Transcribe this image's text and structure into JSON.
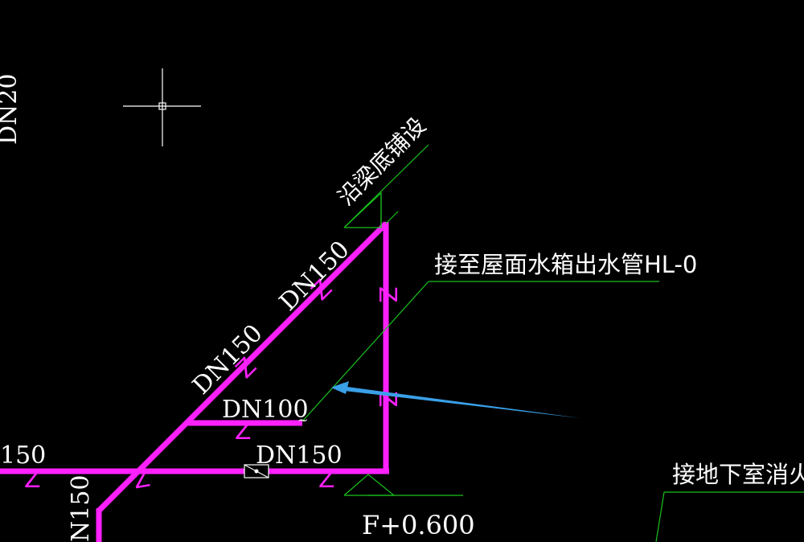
{
  "drawing": {
    "background": "#000000",
    "pipe_color": "#ff20ff",
    "leader_color": "#19c11e",
    "text_color": "#ffffff",
    "arrow_color": "#3aa0e8"
  },
  "labels": {
    "top_left_cut": "DN20",
    "lay_along_beam": "沿梁底铺设",
    "roof_tank_connection": "接至屋面水箱出水管HL-0",
    "basement_connection": "接地下室消火栓",
    "elevation": "F+0.600",
    "dn150_upper": "DN150",
    "dn150_lower": "DN150",
    "dn100_branch": "DN100",
    "dn150_horizontal": "DN150",
    "left_cut_dn150": "150",
    "left_vertical_cut": "N150"
  },
  "marks": {
    "valve_letter": "Z"
  },
  "cursor": {
    "type": "crosshair"
  }
}
